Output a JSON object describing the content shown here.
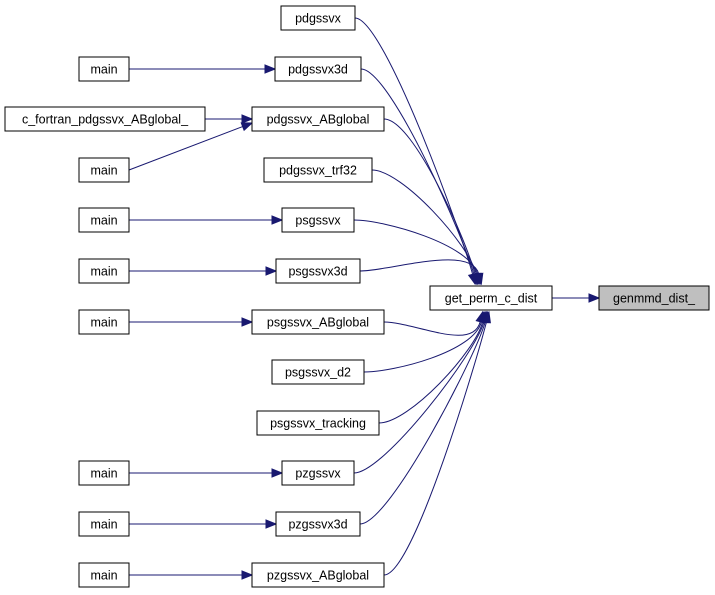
{
  "colors": {
    "edge": "#191970",
    "node_fill": "#ffffff",
    "root_fill": "#bfbfbf",
    "border": "#000000"
  },
  "nodes": [
    {
      "id": "genmmd",
      "label": "genmmd_dist_",
      "root": true
    },
    {
      "id": "getperm",
      "label": "get_perm_c_dist"
    },
    {
      "id": "pdgssvx",
      "label": "pdgssvx"
    },
    {
      "id": "pdgssvx3d",
      "label": "pdgssvx3d"
    },
    {
      "id": "pdgssvx_ab",
      "label": "pdgssvx_ABglobal"
    },
    {
      "id": "pdgssvx_trf32",
      "label": "pdgssvx_trf32"
    },
    {
      "id": "psgssvx",
      "label": "psgssvx"
    },
    {
      "id": "psgssvx3d",
      "label": "psgssvx3d"
    },
    {
      "id": "psgssvx_ab",
      "label": "psgssvx_ABglobal"
    },
    {
      "id": "psgssvx_d2",
      "label": "psgssvx_d2"
    },
    {
      "id": "psgssvx_tracking",
      "label": "psgssvx_tracking"
    },
    {
      "id": "pzgssvx",
      "label": "pzgssvx"
    },
    {
      "id": "pzgssvx3d",
      "label": "pzgssvx3d"
    },
    {
      "id": "pzgssvx_ab",
      "label": "pzgssvx_ABglobal"
    },
    {
      "id": "cfortran",
      "label": "c_fortran_pdgssvx_ABglobal_"
    },
    {
      "id": "main1",
      "label": "main"
    },
    {
      "id": "main2",
      "label": "main"
    },
    {
      "id": "main3",
      "label": "main"
    },
    {
      "id": "main4",
      "label": "main"
    },
    {
      "id": "main5",
      "label": "main"
    },
    {
      "id": "main6",
      "label": "main"
    },
    {
      "id": "main7",
      "label": "main"
    },
    {
      "id": "main8",
      "label": "main"
    },
    {
      "id": "main9",
      "label": "main"
    }
  ],
  "edges": [
    {
      "from": "getperm",
      "to": "genmmd"
    },
    {
      "from": "pdgssvx",
      "to": "getperm"
    },
    {
      "from": "pdgssvx3d",
      "to": "getperm"
    },
    {
      "from": "pdgssvx_ab",
      "to": "getperm"
    },
    {
      "from": "pdgssvx_trf32",
      "to": "getperm"
    },
    {
      "from": "psgssvx",
      "to": "getperm"
    },
    {
      "from": "psgssvx3d",
      "to": "getperm"
    },
    {
      "from": "psgssvx_ab",
      "to": "getperm"
    },
    {
      "from": "psgssvx_d2",
      "to": "getperm"
    },
    {
      "from": "psgssvx_tracking",
      "to": "getperm"
    },
    {
      "from": "pzgssvx",
      "to": "getperm"
    },
    {
      "from": "pzgssvx3d",
      "to": "getperm"
    },
    {
      "from": "pzgssvx_ab",
      "to": "getperm"
    },
    {
      "from": "main1",
      "to": "pdgssvx3d"
    },
    {
      "from": "cfortran",
      "to": "pdgssvx_ab"
    },
    {
      "from": "main2",
      "to": "pdgssvx_ab"
    },
    {
      "from": "main3",
      "to": "psgssvx"
    },
    {
      "from": "main4",
      "to": "psgssvx3d"
    },
    {
      "from": "main5",
      "to": "psgssvx_ab"
    },
    {
      "from": "main6",
      "to": "pzgssvx"
    },
    {
      "from": "main7",
      "to": "pzgssvx3d"
    },
    {
      "from": "main8",
      "to": "pzgssvx_ab"
    }
  ]
}
